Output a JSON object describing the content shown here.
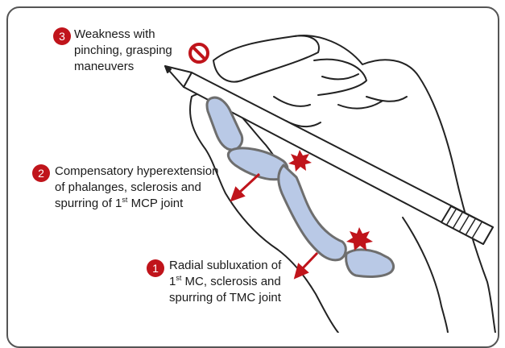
{
  "colors": {
    "badge": "#c0141b",
    "bone_fill": "#b9c9e6",
    "bone_stroke": "#6e6e6e",
    "arrow": "#c0141b",
    "outline": "#222222"
  },
  "icons": {
    "prohibited": "no-symbol-icon",
    "pain_burst": "starburst-icon"
  },
  "callouts": [
    {
      "number": "3",
      "line1": "Weakness with",
      "line2": "pinching, grasping",
      "line3": "maneuvers"
    },
    {
      "number": "2",
      "line1": "Compensatory hyperextension",
      "line2": "of phalanges, sclerosis and",
      "line3_pre": "spurring of 1",
      "line3_sup": "st",
      "line3_post": " MCP joint"
    },
    {
      "number": "1",
      "line1": "Radial subluxation of",
      "line2_pre": "1",
      "line2_sup": "st",
      "line2_post": " MC, sclerosis and",
      "line3": "spurring of TMC joint"
    }
  ]
}
